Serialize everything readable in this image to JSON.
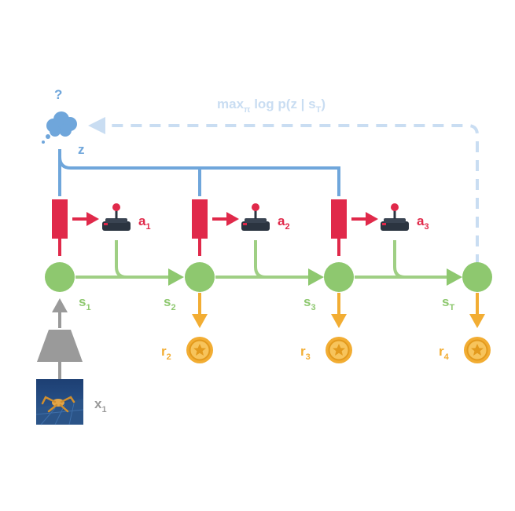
{
  "colors": {
    "green": "#8ec86f",
    "green_line": "#9fcf84",
    "blue": "#6fa6db",
    "blue_faint": "#c9ddf2",
    "red": "#e0294a",
    "orange": "#f2ad33",
    "gray": "#9a9a9a",
    "dark": "#2b3440"
  },
  "objective": {
    "prefix": "max",
    "pi": "π",
    "body": "log p(z | s",
    "T": "T",
    "close": ")"
  },
  "latent": {
    "question": "?",
    "z": "z"
  },
  "states": [
    {
      "letter": "s",
      "sub": "1"
    },
    {
      "letter": "s",
      "sub": "2"
    },
    {
      "letter": "s",
      "sub": "3"
    },
    {
      "letter": "s",
      "sub": "T"
    }
  ],
  "actions": [
    {
      "letter": "a",
      "sub": "1"
    },
    {
      "letter": "a",
      "sub": "2"
    },
    {
      "letter": "a",
      "sub": "3"
    }
  ],
  "rewards": [
    {
      "letter": "r",
      "sub": "2"
    },
    {
      "letter": "r",
      "sub": "3"
    },
    {
      "letter": "r",
      "sub": "4"
    }
  ],
  "observation": {
    "letter": "x",
    "sub": "1"
  },
  "icons": {
    "thought": "thought-cloud-icon",
    "joystick": "joystick-icon",
    "coin": "star-coin-icon",
    "encoder": "encoder-trapezoid-icon",
    "observation": "robot-ant-image-icon"
  }
}
